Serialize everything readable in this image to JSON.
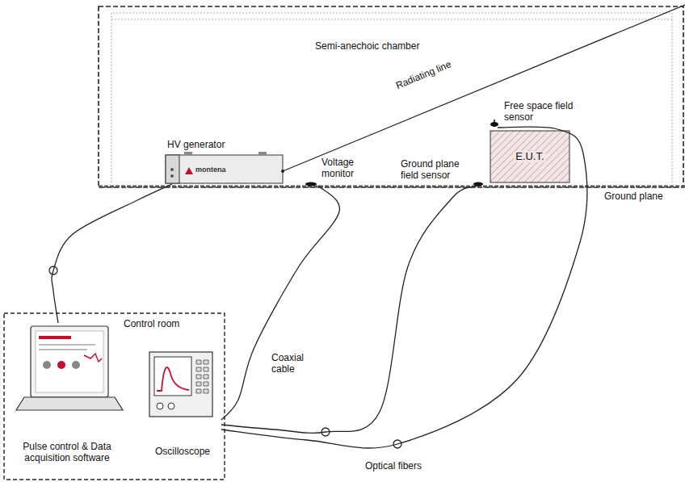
{
  "diagram": {
    "nodes": [
      {
        "text": [
          "Semi-anechoic chamber"
        ]
      },
      {
        "text": [
          "HV generator"
        ],
        "in": 0
      },
      {
        "text": [
          "Voltage monitor"
        ],
        "in": 0
      },
      {
        "text": [
          "Ground plane field sensor"
        ],
        "in": 0
      },
      {
        "text": [
          "Free space field sensor"
        ],
        "in": 0
      },
      {
        "text": [
          "E.U.T."
        ],
        "in": 0
      },
      {
        "text": [
          "Control room"
        ]
      },
      {
        "text": [
          "Pulse control & Data acquisition software"
        ],
        "in": 6
      },
      {
        "text": [
          "Oscilloscope"
        ],
        "in": 6
      }
    ],
    "edges": [
      {
        "from": 7,
        "to": 1,
        "arrow": "none"
      },
      {
        "from": 8,
        "to": 2,
        "arrow": "none"
      },
      {
        "from": 8,
        "to": 3,
        "arrow": "none"
      },
      {
        "from": 8,
        "to": 4,
        "arrow": "none"
      }
    ],
    "labels": [
      "Radiating line",
      "Ground plane",
      "Coaxial cable",
      "Optical fibers",
      "montena"
    ]
  }
}
